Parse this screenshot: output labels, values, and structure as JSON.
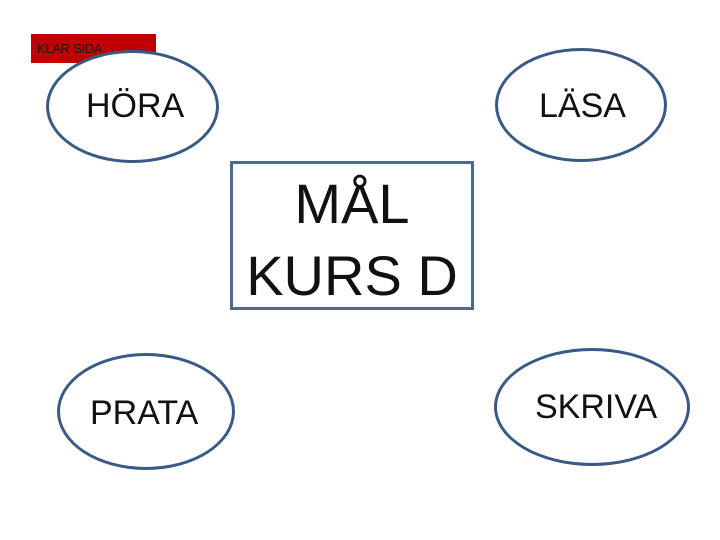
{
  "badge": {
    "label": "KLAR SIDA",
    "color": "#c00000"
  },
  "nodes": {
    "hora": {
      "label": "HÖRA"
    },
    "lasa": {
      "label": "LÄSA"
    },
    "prata": {
      "label": "PRATA"
    },
    "skriva": {
      "label": "SKRIVA"
    }
  },
  "center": {
    "line1": "MÅL",
    "line2": "KURS D"
  },
  "colors": {
    "oval_border": "#3a5a85",
    "box_border": "#4a6a90",
    "text": "#111111"
  }
}
